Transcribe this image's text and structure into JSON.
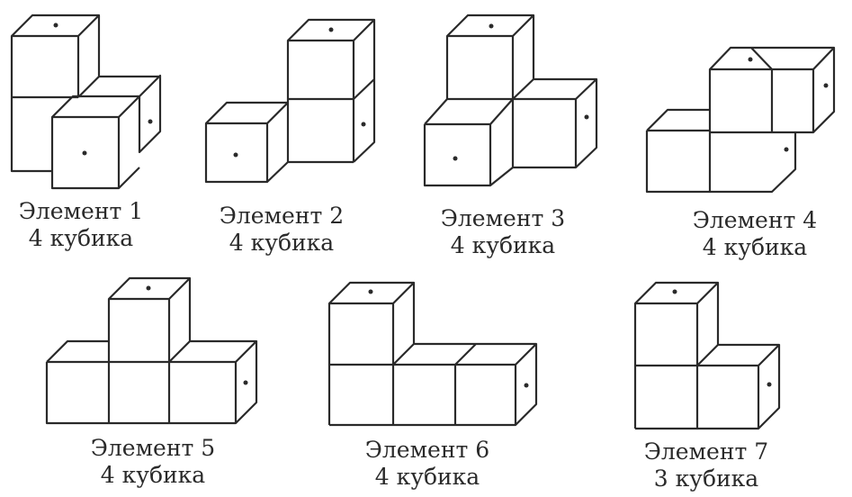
{
  "elements": [
    {
      "name": "Элемент 1",
      "count": "4 кубика"
    },
    {
      "name": "Элемент 2",
      "count": "4 кубика"
    },
    {
      "name": "Элемент 3",
      "count": "4 кубика"
    },
    {
      "name": "Элемент 4",
      "count": "4 кубика"
    },
    {
      "name": "Элемент 5",
      "count": "4 кубика"
    },
    {
      "name": "Элемент 6",
      "count": "4 кубика"
    },
    {
      "name": "Элемент 7",
      "count": "3 кубика"
    }
  ]
}
